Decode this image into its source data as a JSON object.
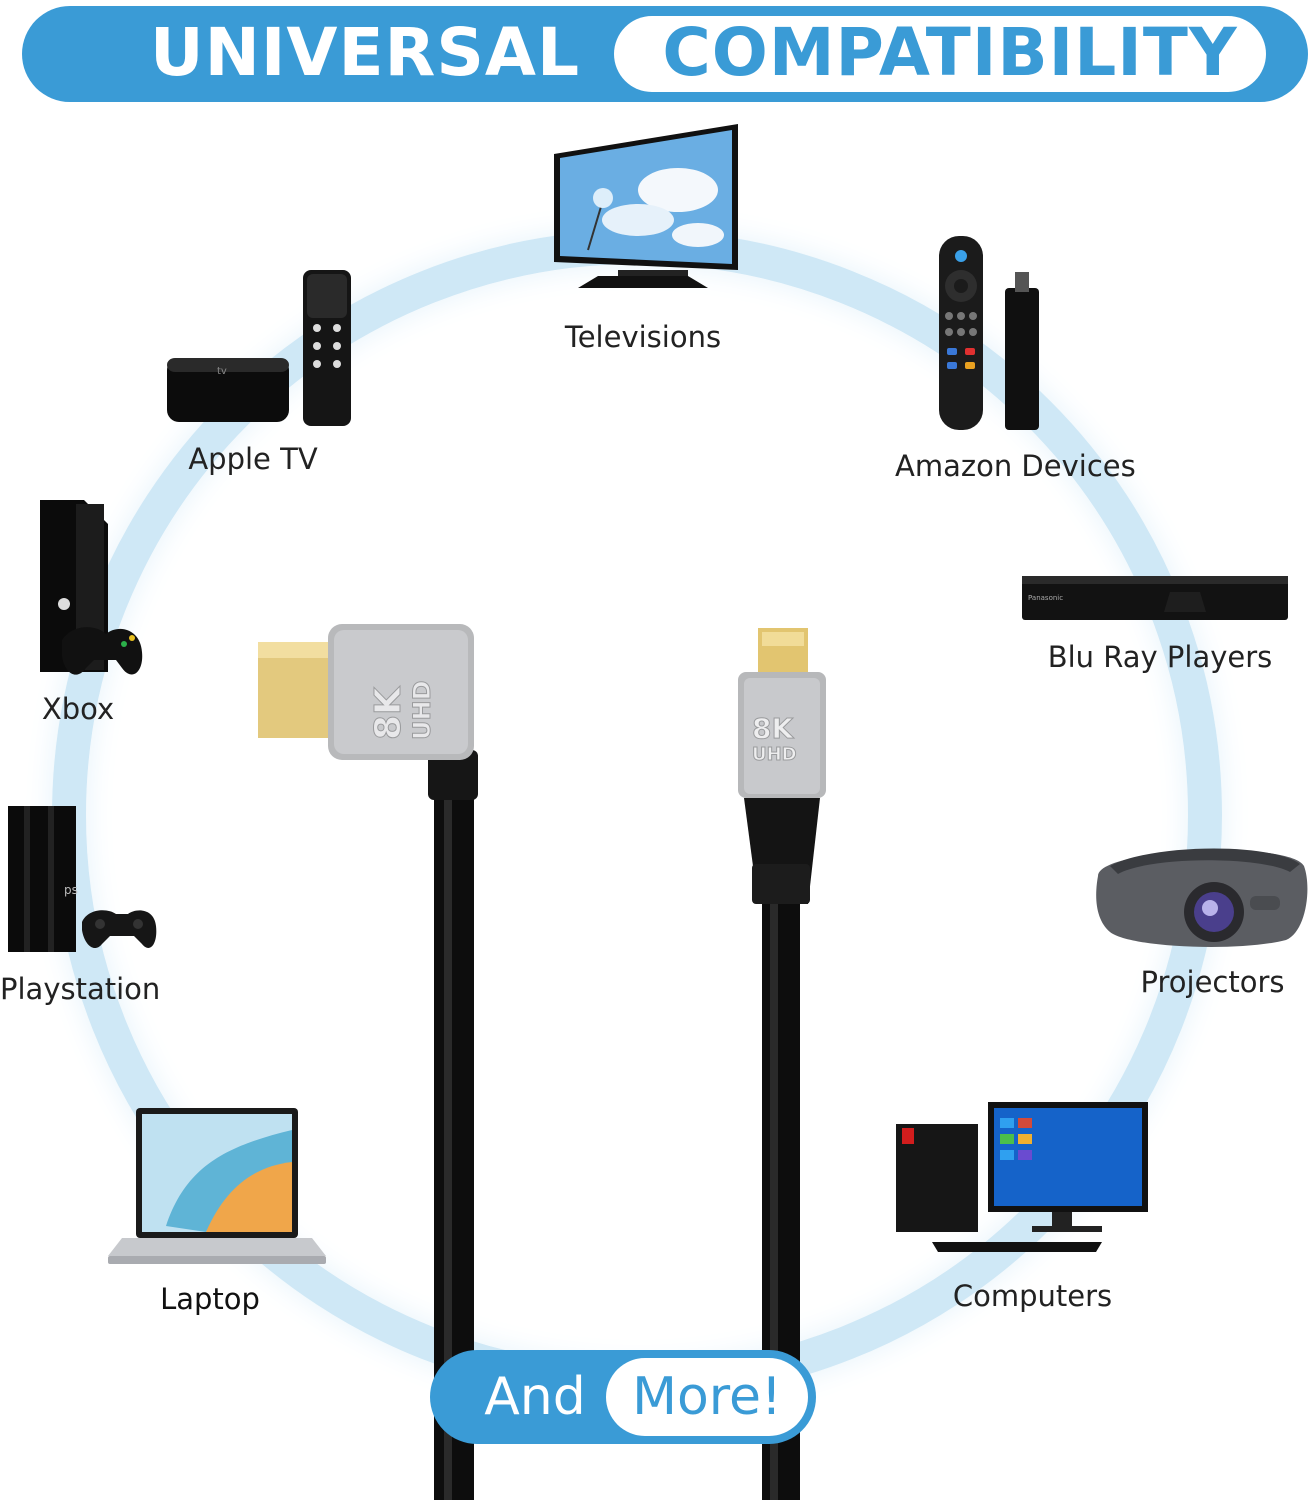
{
  "banner": {
    "left": "UNIVERSAL",
    "right": "COMPATIBILITY"
  },
  "devices": {
    "televisions": "Televisions",
    "apple_tv": "Apple TV",
    "amazon": "Amazon Devices",
    "xbox": "Xbox",
    "bluray": "Blu Ray Players",
    "playstation": "Playstation",
    "projectors": "Projectors",
    "laptop": "Laptop",
    "computers": "Computers"
  },
  "connector_badge": {
    "top": "8K",
    "bottom": "UHD"
  },
  "footer": {
    "left": "And",
    "right": "More!"
  },
  "colors": {
    "accent": "#3a9bd6",
    "ring": "#cfe8f6"
  }
}
